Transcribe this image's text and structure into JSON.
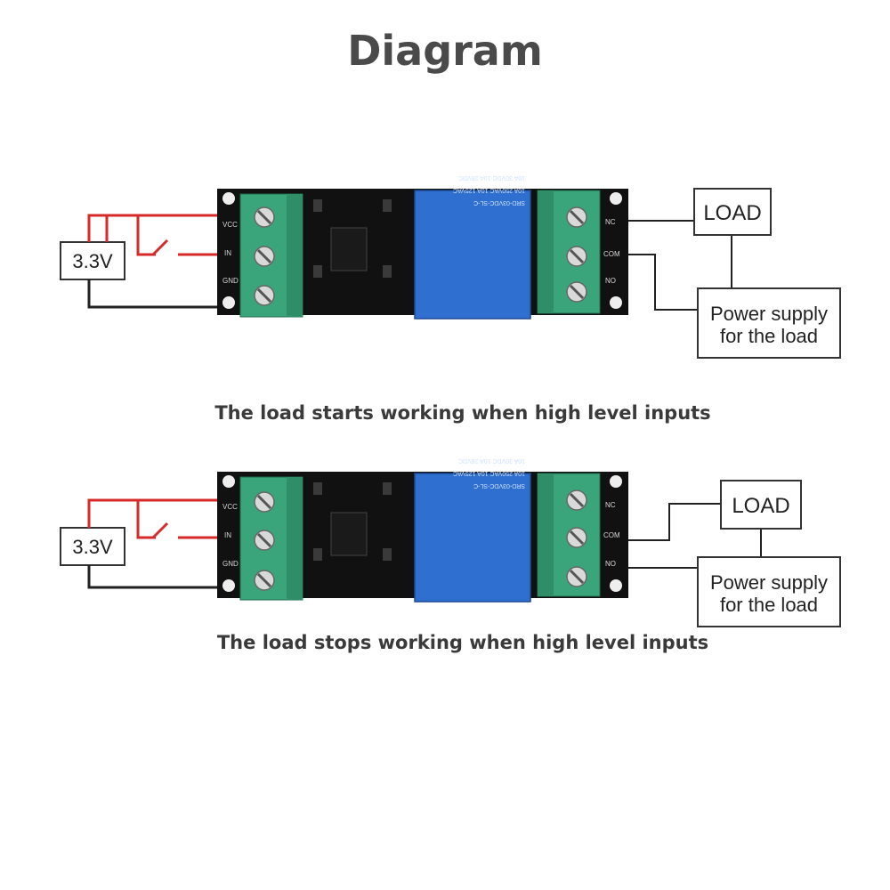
{
  "title": "Diagram",
  "diagrams": [
    {
      "source_label": "3.3V",
      "load_label": "LOAD",
      "supply_label_line1": "Power supply",
      "supply_label_line2": "for the load",
      "input_pins": [
        "VCC",
        "IN",
        "GND"
      ],
      "output_pins": [
        "NC",
        "COM",
        "NO"
      ],
      "relay_text": [
        "SRD-03VDC-SL-C",
        "10A 250VAC  10A 125VAC",
        "10A 30VDC  10A 28VDC"
      ],
      "caption": "The load starts working when high level inputs"
    },
    {
      "source_label": "3.3V",
      "load_label": "LOAD",
      "supply_label_line1": "Power supply",
      "supply_label_line2": "for the load",
      "input_pins": [
        "VCC",
        "IN",
        "GND"
      ],
      "output_pins": [
        "NC",
        "COM",
        "NO"
      ],
      "relay_text": [
        "SRD-03VDC-SL-C",
        "10A 250VAC  10A 125VAC",
        "10A 30VDC  10A 28VDC"
      ],
      "caption": "The load stops working when high level inputs"
    }
  ],
  "colors": {
    "board": "#111111",
    "terminal": "#3aa57a",
    "relay": "#2e6fd0",
    "wire_red": "#d62a2a",
    "wire_black": "#222222"
  }
}
